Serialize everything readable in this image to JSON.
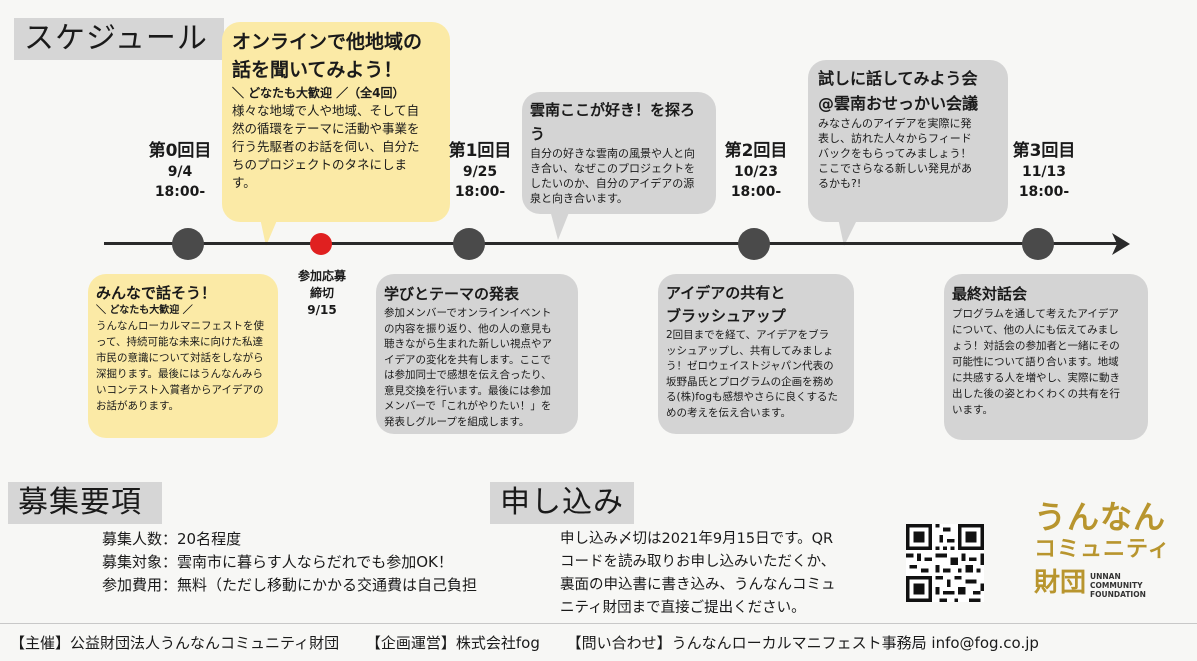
{
  "schedule_title": "スケジュール",
  "top_bubble": {
    "title_line1": "オンラインで他地域の",
    "title_line2": "話を聞いてみよう！",
    "sub": "＼ どなたも大歓迎 ／（全4回）",
    "body": [
      "様々な地域で人や地域、そして自",
      "然の循環をテーマに活動や事業を",
      "行う先駆者のお話を伺い、自分た",
      "ちのプロジェクトのタネにしま",
      "す。"
    ]
  },
  "rounds": [
    {
      "title": "第0回目",
      "date": "9/4",
      "time": "18:00-"
    },
    {
      "title": "第1回目",
      "date": "9/25",
      "time": "18:00-"
    },
    {
      "title": "第2回目",
      "date": "10/23",
      "time": "18:00-"
    },
    {
      "title": "第3回目",
      "date": "11/13",
      "time": "18:00-"
    }
  ],
  "deadline": {
    "line1": "参加応募",
    "line2": "締切",
    "date": "9/15"
  },
  "bubble_r1_top": {
    "title": "雲南ここが好き！を探ろう",
    "body": [
      "自分の好きな雲南の風景や人と向",
      "き合い、なぜこのプロジェクトを",
      "したいのか、自分のアイデアの源",
      "泉と向き合います。"
    ]
  },
  "bubble_r2_top": {
    "title_line1": "試しに話してみよう会",
    "title_line2": "@雲南おせっかい会議",
    "body": [
      "みなさんのアイデアを実際に発",
      "表し、訪れた人々からフィード",
      "バックをもらってみましょう！",
      "ここでさらなる新しい発見があ",
      "るかも?!"
    ]
  },
  "bubble_r0_bottom": {
    "title": "みんなで話そう！",
    "sub": "＼ どなたも大歓迎 ／",
    "body": [
      "うんなんローカルマニフェストを使",
      "って、持続可能な未来に向けた私達",
      "市民の意識について対話をしながら",
      "深掘ります。最後にはうんなんみら",
      "いコンテスト入賞者からアイデアの",
      "お話があります。"
    ]
  },
  "bubble_r1_bottom": {
    "title": "学びとテーマの発表",
    "body": [
      "参加メンバーでオンラインイベント",
      "の内容を振り返り、他の人の意見も",
      "聴きながら生まれた新しい視点やア",
      "イデアの変化を共有します。ここで",
      "は参加同士で感想を伝え合ったり、",
      "意見交換を行います。最後には参加",
      "メンバーで「これがやりたい！」を",
      "発表しグループを組成します。"
    ]
  },
  "bubble_r2_bottom": {
    "title_line1": "アイデアの共有と",
    "title_line2": "ブラッシュアップ",
    "body": [
      "2回目までを経て、アイデアをブラ",
      "ッシュアップし、共有してみましょ",
      "う！ゼロウェイストジャパン代表の",
      "坂野晶氏とプログラムの企画を務め",
      "る(株)fogも感想やさらに良くするた",
      "めの考えを伝え合います。"
    ]
  },
  "bubble_r3_bottom": {
    "title": "最終対話会",
    "body": [
      "プログラムを通して考えたアイデア",
      "について、他の人にも伝えてみまし",
      "ょう！対話会の参加者と一緒にその",
      "可能性について語り合います。地域",
      "に共感する人を増やし、実際に動き",
      "出した後の姿とわくわくの共有を行",
      "います。"
    ]
  },
  "recruit": {
    "title": "募集要項",
    "lines": [
      "募集人数：20名程度",
      "募集対象：雲南市に暮らす人ならだれでも参加OK！",
      "参加費用：無料（ただし移動にかかる交通費は自己負担"
    ]
  },
  "apply": {
    "title": "申し込み",
    "lines": [
      "申し込み〆切は2021年9月15日です。QR",
      "コードを読み取りお申し込みいただくか、",
      "裏面の申込書に書き込み、うんなんコミュ",
      "ニティ財団まで直接ご提出ください。"
    ]
  },
  "logo": {
    "line1": "うんなん",
    "line2": "コミュニティ",
    "kanji": "財団",
    "en1": "UNNAN",
    "en2": "COMMUNITY",
    "en3": "FOUNDATION",
    "color": "#b8952e"
  },
  "footer": {
    "host": "【主催】公益財団法人うんなんコミュニティ財団",
    "planning": "【企画運営】株式会社fog",
    "contact": "【問い合わせ】うんなんローカルマニフェスト事務局 info@fog.co.jp"
  },
  "colors": {
    "yellow": "#fbeaa6",
    "gray": "#d4d4d4",
    "node": "#4a4a4a",
    "deadline": "#e02020",
    "title_bg": "#d6d6d6"
  }
}
